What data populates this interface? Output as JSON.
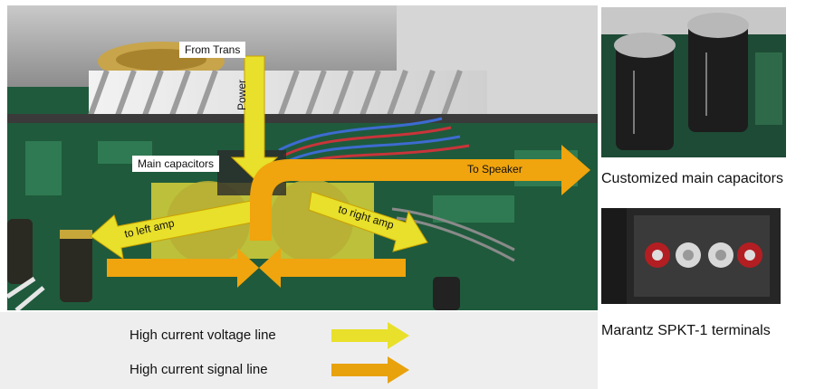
{
  "main_photo": {
    "labels": {
      "from_trans": "From Trans",
      "power": "Power",
      "main_capacitors": "Main capacitors",
      "to_speaker": "To  Speaker",
      "to_left_amp": "to left amp",
      "to_right_amp": "to right amp"
    }
  },
  "right_panel": {
    "caps_caption": "Customized main capacitors",
    "terminals_caption": "Marantz SPKT-1 terminals"
  },
  "legend": {
    "voltage_line": "High current voltage line",
    "signal_line": "High current signal line"
  },
  "colors": {
    "voltage_arrow": "#e8e02a",
    "signal_arrow": "#e8a20c",
    "pcb_green": "#1f5a3c"
  }
}
